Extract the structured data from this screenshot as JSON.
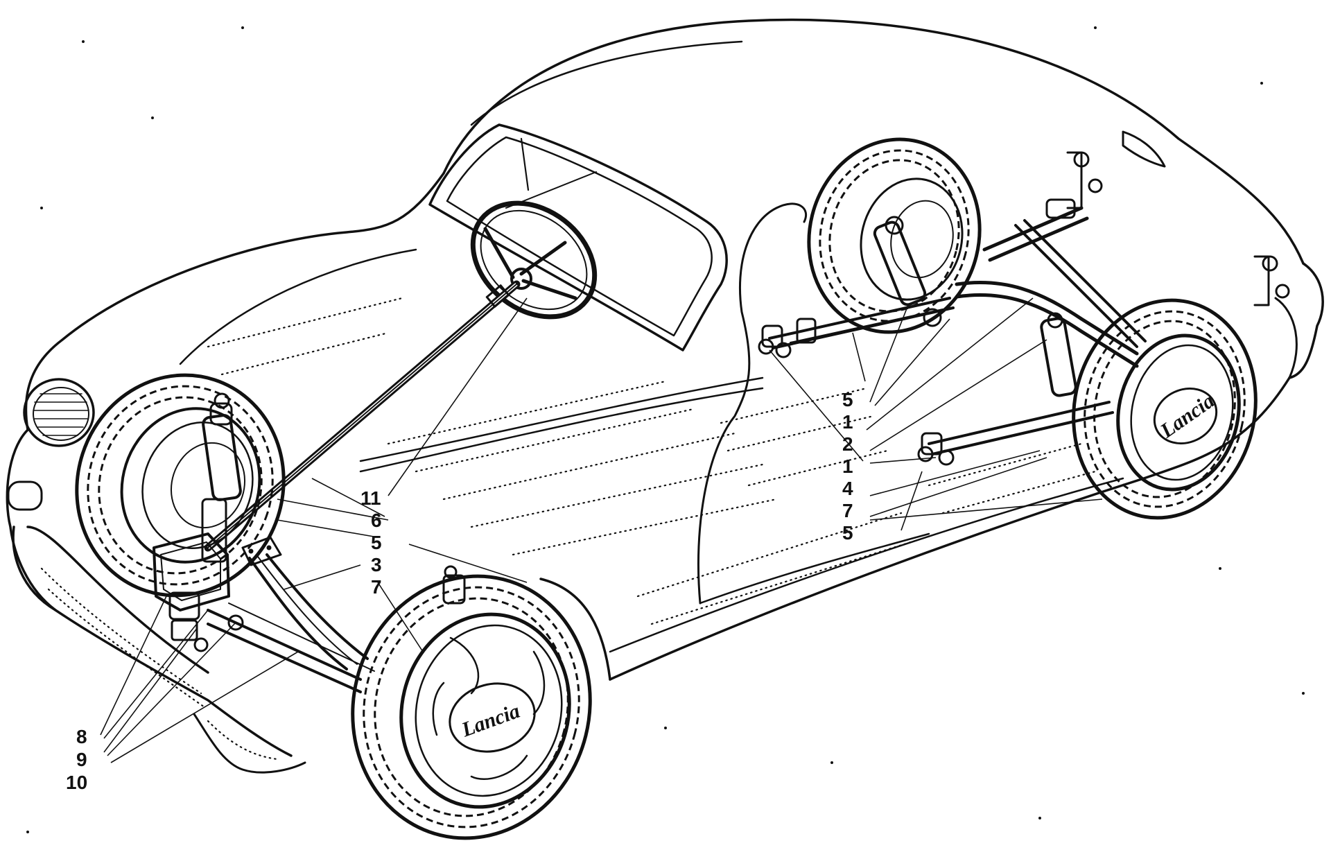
{
  "diagram": {
    "callouts": [
      {
        "id": "c-front-8",
        "text": "8"
      },
      {
        "id": "c-front-9",
        "text": "9"
      },
      {
        "id": "c-front-10",
        "text": "10"
      },
      {
        "id": "c-front-11",
        "text": "11"
      },
      {
        "id": "c-front-6",
        "text": "6"
      },
      {
        "id": "c-front-5",
        "text": "5"
      },
      {
        "id": "c-front-3",
        "text": "3"
      },
      {
        "id": "c-front-7",
        "text": "7"
      },
      {
        "id": "c-rear-5a",
        "text": "5"
      },
      {
        "id": "c-rear-1a",
        "text": "1"
      },
      {
        "id": "c-rear-2",
        "text": "2"
      },
      {
        "id": "c-rear-1b",
        "text": "1"
      },
      {
        "id": "c-rear-4",
        "text": "4"
      },
      {
        "id": "c-rear-7",
        "text": "7"
      },
      {
        "id": "c-rear-5b",
        "text": "5"
      }
    ],
    "hubcap_badge": "Lancia",
    "colors": {
      "ink": "#111111",
      "paper": "#ffffff"
    }
  }
}
